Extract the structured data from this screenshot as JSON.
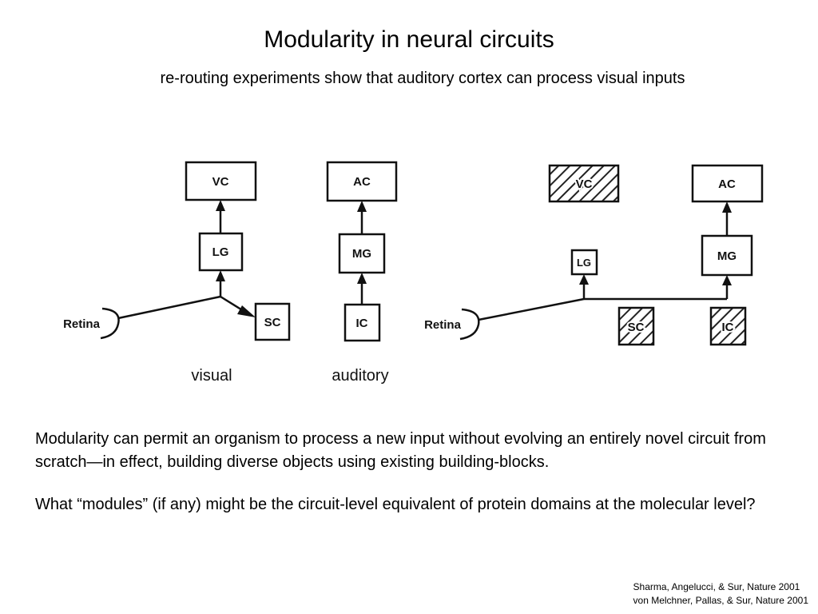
{
  "slide": {
    "title": "Modularity in neural circuits",
    "subtitle": "re-routing experiments show that auditory cortex can process visual inputs"
  },
  "diagram": {
    "normal": {
      "nodes": {
        "retina": "Retina",
        "vc": "VC",
        "lg": "LG",
        "sc": "SC",
        "ac": "AC",
        "mg": "MG",
        "ic": "IC"
      },
      "captions": {
        "visual": "visual",
        "auditory": "auditory"
      }
    },
    "rewired": {
      "nodes": {
        "retina": "Retina",
        "vc": "VC",
        "lg": "LG",
        "sc": "SC",
        "ac": "AC",
        "mg": "MG",
        "ic": "IC"
      },
      "hatched": [
        "VC",
        "SC",
        "IC"
      ]
    }
  },
  "body": {
    "paragraph_1": "Modularity can permit an organism to process a new input without evolving an entirely novel circuit from scratch—in effect, building diverse objects using existing building-blocks.",
    "paragraph_2": "What “modules” (if any) might be the circuit-level equivalent of protein domains at the molecular level?"
  },
  "references": [
    "Sharma, Angelucci, & Sur, Nature 2001",
    "von Melchner, Pallas, & Sur, Nature 2001"
  ]
}
